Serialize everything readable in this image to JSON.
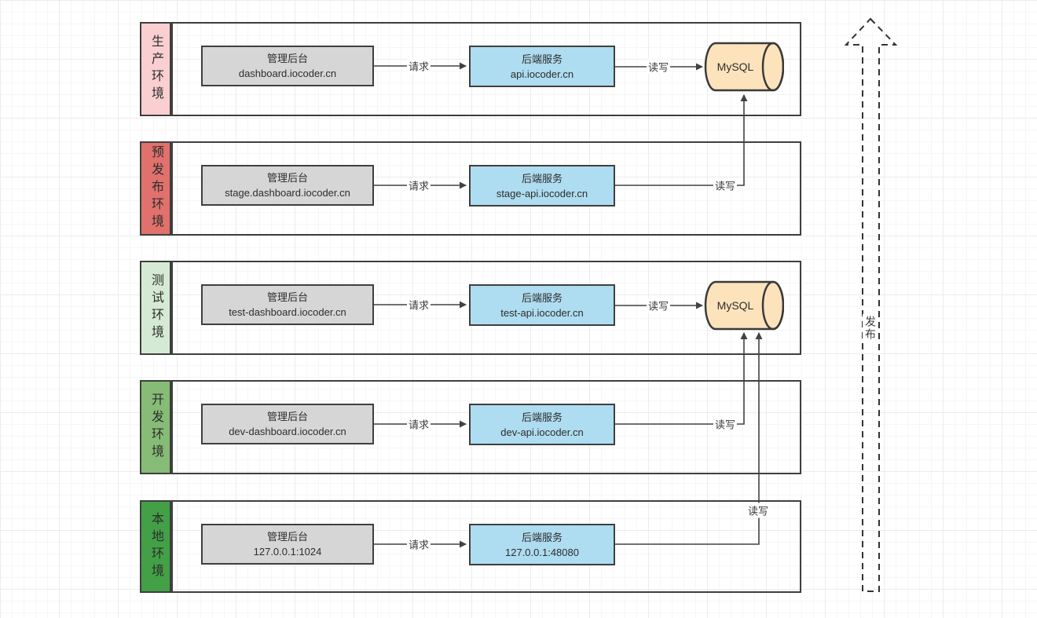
{
  "diagram": {
    "connector_labels": {
      "request": "请求",
      "read_write": "读写"
    },
    "publish_label": "发布",
    "db_label": "MySQL",
    "colors": {
      "prod_tab": "#F9CFD2",
      "stage_tab": "#E0716C",
      "test_tab": "#D5EAD3",
      "dev_tab": "#86BC76",
      "local_tab": "#43A047",
      "admin_node": "#D6D6D6",
      "backend_node": "#AEDCF0",
      "db_node": "#FCE3BC"
    },
    "rows": [
      {
        "env_label": "生产环境",
        "admin": {
          "title": "管理后台",
          "host": "dashboard.iocoder.cn"
        },
        "backend": {
          "title": "后端服务",
          "host": "api.iocoder.cn"
        }
      },
      {
        "env_label": "预发布环境",
        "admin": {
          "title": "管理后台",
          "host": "stage.dashboard.iocoder.cn"
        },
        "backend": {
          "title": "后端服务",
          "host": "stage-api.iocoder.cn"
        }
      },
      {
        "env_label": "测试环境",
        "admin": {
          "title": "管理后台",
          "host": "test-dashboard.iocoder.cn"
        },
        "backend": {
          "title": "后端服务",
          "host": "test-api.iocoder.cn"
        }
      },
      {
        "env_label": "开发环境",
        "admin": {
          "title": "管理后台",
          "host": "dev-dashboard.iocoder.cn"
        },
        "backend": {
          "title": "后端服务",
          "host": "dev-api.iocoder.cn"
        }
      },
      {
        "env_label": "本地环境",
        "admin": {
          "title": "管理后台",
          "host": "127.0.0.1:1024"
        },
        "backend": {
          "title": "后端服务",
          "host": "127.0.0.1:48080"
        }
      }
    ]
  }
}
